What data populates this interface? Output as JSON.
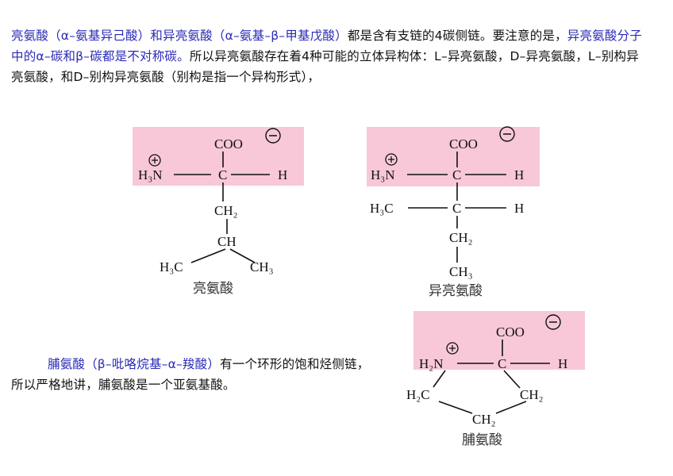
{
  "paragraph1": {
    "s1": "亮氨酸（α–氨基异己酸）和异亮氨酸（α–氨基–β–甲基戊酸）",
    "s2": "都是含有支链的4碳侧链。要注意的是，",
    "s3": "异亮氨酸分子中的α–碳和β–碳都是不对称碳。",
    "s4": "所以异亮氨酸存在着4种可能的立体异构体：L–异亮氨酸，D–异亮氨酸，L–别构异亮氨酸，和D–别构异亮氨酸（别构是指一个异构形式），"
  },
  "paragraph2": {
    "s1": "脯氨酸（β–吡咯烷基–α–羧酸）",
    "s2": "有一个环形的饱和烃侧链，所以严格地讲，脯氨酸是一个亚氨基酸。"
  },
  "formula_labels": {
    "coo": "COO",
    "h3n": "H₃N",
    "h2n": "H₂N",
    "c": "C",
    "h": "H",
    "ch2": "CH₂",
    "ch": "CH",
    "h3c": "H₃C",
    "ch3": "CH₃",
    "h2c": "H₂C"
  },
  "captions": {
    "leucine": "亮氨酸",
    "isoleucine": "异亮氨酸",
    "proline": "脯氨酸"
  },
  "colors": {
    "highlight": "#f8c8d8",
    "emphasis_text": "#2a2ab8",
    "text": "#111111"
  }
}
